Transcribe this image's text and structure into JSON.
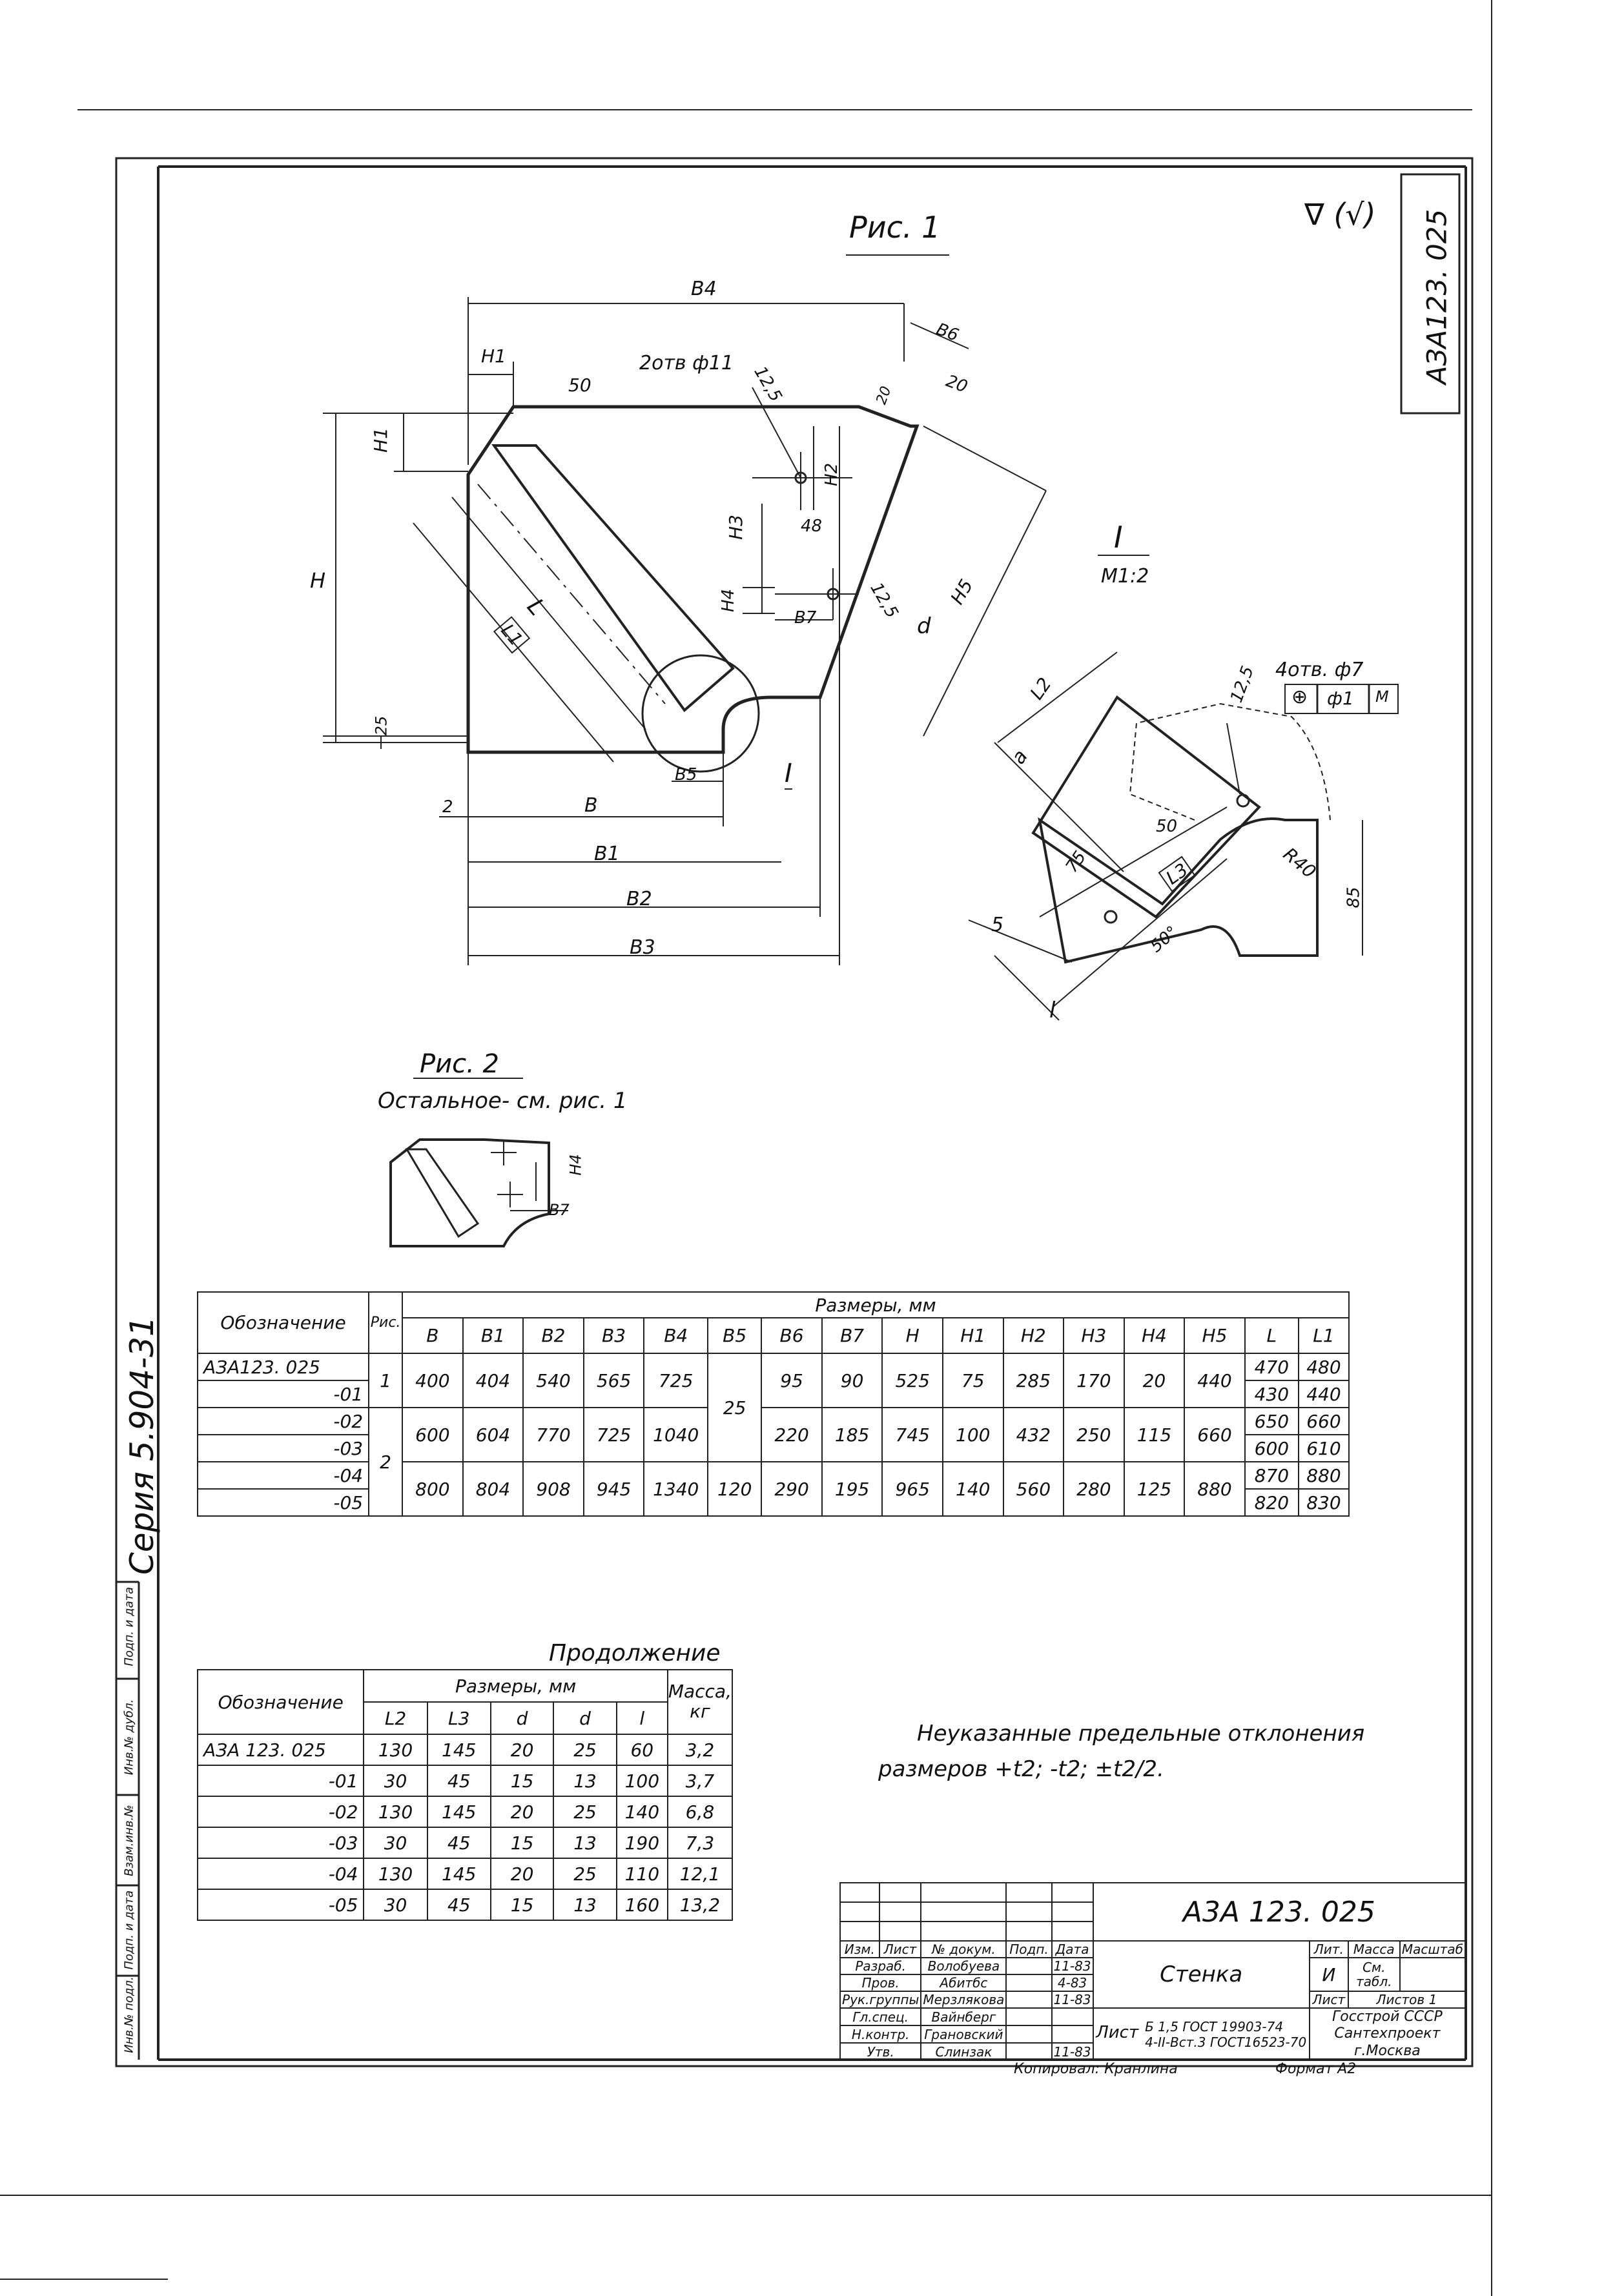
{
  "side_code": "АЗА123. 025",
  "side_series": "Серия 5.904-31",
  "corner_marks": "∇ (√)",
  "fig1": {
    "title": "Рис. 1",
    "labels": {
      "B4": "В4",
      "H1_top": "Н1",
      "holes": "2отв ф11",
      "r12_5_a": "12,5",
      "surf50": "50",
      "B6": "В6",
      "dim20_a": "20",
      "dim20_b": "20",
      "H1_side": "Н1",
      "H2": "Н2",
      "H3": "Н3",
      "dim48": "48",
      "H4": "Н4",
      "B7": "В7",
      "r12_5_b": "12,5",
      "d": "d",
      "H5": "Н5",
      "H": "Н",
      "L": "L",
      "L1": "L1",
      "dim25": "25",
      "B5": "В5",
      "node": "I",
      "dim2": "2",
      "B": "В",
      "B1": "В1",
      "B2": "В2",
      "B3": "В3"
    }
  },
  "detail": {
    "title": "I",
    "scale": "М1:2",
    "labels": {
      "L2": "L2",
      "r12_5": "12,5",
      "holes": "4отв. ф7",
      "tol_pos": "⊕",
      "tol_val": "ф1",
      "tol_m": "М",
      "a": "а",
      "surf50": "50",
      "dim75": "75",
      "L3": "L3",
      "R40": "R40",
      "dim85": "85",
      "dim5": "5",
      "angle50": "50°",
      "l": "l"
    }
  },
  "fig2": {
    "title": "Рис. 2",
    "note": "Остальное- см. рис. 1",
    "labels": {
      "H4": "Н4",
      "B7": "В7"
    }
  },
  "main_table": {
    "head_designation": "Обозначение",
    "head_fig": "Рис.",
    "head_sizes": "Размеры,      мм",
    "columns": [
      "В",
      "В1",
      "В2",
      "В3",
      "В4",
      "В5",
      "В6",
      "В7",
      "Н",
      "Н1",
      "Н2",
      "Н3",
      "Н4",
      "Н5",
      "L",
      "L1"
    ],
    "rows": [
      {
        "designation": "АЗА123. 025",
        "fig": "1",
        "values": [
          "400",
          "404",
          "540",
          "565",
          "725",
          "",
          "95",
          "90",
          "525",
          "75",
          "285",
          "170",
          "20",
          "440"
        ],
        "L": "470",
        "L1": "480"
      },
      {
        "designation": "-01",
        "fig": "",
        "values": [],
        "L": "430",
        "L1": "440"
      },
      {
        "designation": "-02",
        "fig": "",
        "values": [
          "600",
          "604",
          "770",
          "725",
          "1040",
          "",
          "220",
          "185",
          "745",
          "100",
          "432",
          "250",
          "115",
          "660"
        ],
        "L": "650",
        "L1": "660"
      },
      {
        "designation": "-03",
        "fig": "2",
        "values": [],
        "L": "600",
        "L1": "610"
      },
      {
        "designation": "-04",
        "fig": "",
        "values": [
          "800",
          "804",
          "908",
          "945",
          "1340",
          "120",
          "290",
          "195",
          "965",
          "140",
          "560",
          "280",
          "125",
          "880"
        ],
        "L": "870",
        "L1": "880"
      },
      {
        "designation": "-05",
        "fig": "",
        "values": [],
        "L": "820",
        "L1": "830"
      }
    ],
    "B5_merged": "25"
  },
  "cont_table": {
    "title": "Продолжение",
    "head_designation": "Обозначение",
    "head_sizes": "Размеры, мм",
    "head_mass": "Масса, кг",
    "columns": [
      "L2",
      "L3",
      "d",
      "d",
      "l"
    ],
    "rows": [
      [
        "АЗА 123. 025",
        "130",
        "145",
        "20",
        "25",
        "60",
        "3,2"
      ],
      [
        "-01",
        "30",
        "45",
        "15",
        "13",
        "100",
        "3,7"
      ],
      [
        "-02",
        "130",
        "145",
        "20",
        "25",
        "140",
        "6,8"
      ],
      [
        "-03",
        "30",
        "45",
        "15",
        "13",
        "190",
        "7,3"
      ],
      [
        "-04",
        "130",
        "145",
        "20",
        "25",
        "110",
        "12,1"
      ],
      [
        "-05",
        "30",
        "45",
        "15",
        "13",
        "160",
        "13,2"
      ]
    ]
  },
  "note": {
    "line1": "Неуказанные    предельные    отклонения",
    "line2": "размеров   +t2;  -t2;  ±t2/2."
  },
  "stamp": {
    "code": "А3А 123. 025",
    "name": "Стенка",
    "lit_head": "Лит.",
    "mass_head": "Масса",
    "scale_head": "Масштаб",
    "lit": "И",
    "mass": "См. табл.",
    "sheet": "Лист",
    "sheets": "Листов 1",
    "sheet_word": "Лист",
    "std1": "Б 1,5 ГОСТ 19903-74",
    "std2": "4-II-Вст.3 ГОСТ16523-70",
    "org1": "Госстрой СССР",
    "org2": "Сантехпроект",
    "org3": "г.Москва",
    "copied": "Копировал: Кранлина",
    "format": "Формат   А2",
    "roles": [
      [
        "Изм.",
        "Лист",
        "№ докум.",
        "Подп.",
        "Дата"
      ],
      [
        "Разраб.",
        "Волобуева",
        "",
        "11-83"
      ],
      [
        "Пров.",
        "Абитбс",
        "",
        "4-83"
      ],
      [
        "Рук.группы",
        "Мерзлякова",
        "",
        "11-83"
      ],
      [
        "Гл.спец.",
        "Вайнберг",
        "",
        ""
      ],
      [
        "Н.контр.",
        "Грановский",
        "",
        ""
      ],
      [
        "Утв.",
        "Слинзак",
        "",
        "11-83"
      ]
    ]
  },
  "left_strip": [
    "Инв.№ подл.",
    "Подп. и дата",
    "Взам.инв.№",
    "Инв.№ дубл.",
    "Подп. и дата"
  ]
}
